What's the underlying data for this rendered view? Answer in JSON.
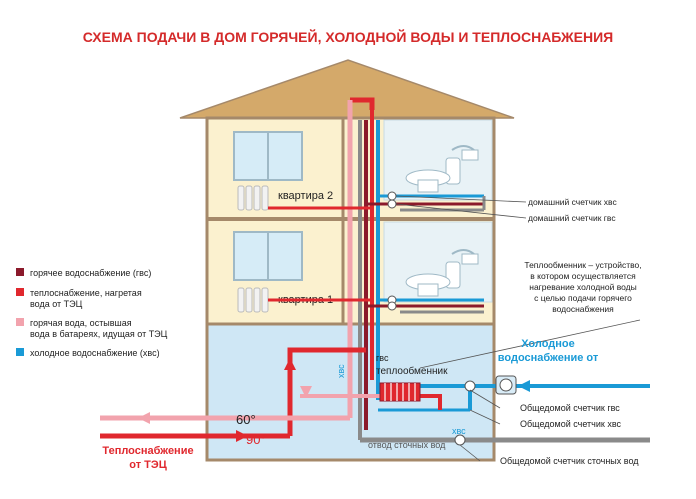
{
  "title": "СХЕМА ПОДАЧИ В ДОМ ГОРЯЧЕЙ, ХОЛОДНОЙ ВОДЫ И ТЕПЛОСНАБЖЕНИЯ",
  "colors": {
    "title": "#d42a2a",
    "hot_water": "#8b1a2b",
    "heating": "#e0282e",
    "return_water": "#f2a3ad",
    "cold_water": "#1a9ad6",
    "house_wall": "#fbf1cf",
    "house_outline": "#a5896a",
    "roof": "#d4a96a",
    "basement": "#cfe7f5",
    "drain": "#8a8a8a"
  },
  "legend": {
    "hot": "горячее водоснабжение (гвс)",
    "heat_line1": "теплоснабжение, нагретая",
    "heat_line2": "вода от ТЭЦ",
    "return_line1": "горячая вода, остывшая",
    "return_line2": "вода в батареях, идущая от ТЭЦ",
    "cold": "холодное водоснабжение (хвс)"
  },
  "rooms": {
    "apt2": "квартира 2",
    "apt1": "квартира 1"
  },
  "labels": {
    "home_cold_meter": "домашний счетчик хвс",
    "home_hot_meter": "домашний счетчик гвс",
    "exchanger_desc_1": "Теплообменник – устройство,",
    "exchanger_desc_2": "в котором осуществляется",
    "exchanger_desc_3": "нагревание холодной воды",
    "exchanger_desc_4": "с целью подачи горячего",
    "exchanger_desc_5": "водоснабжения",
    "cold_supply_1": "Холодное",
    "cold_supply_2": "водоснабжение от",
    "heat_supply_1": "Теплоснабжение",
    "heat_supply_2": "от ТЭЦ",
    "gvs": "гвс",
    "exchanger": "теплообменник",
    "hvs_vertical": "хвс",
    "hvs_basement": "хвс",
    "drain": "отвод сточных вод",
    "temp60": "60°",
    "temp90": "90°",
    "building_hot_meter": "Общедомой счетчик гвс",
    "building_cold_meter": "Общедомой счетчик хвс",
    "building_drain_meter": "Общедомой счетчик сточных вод"
  }
}
